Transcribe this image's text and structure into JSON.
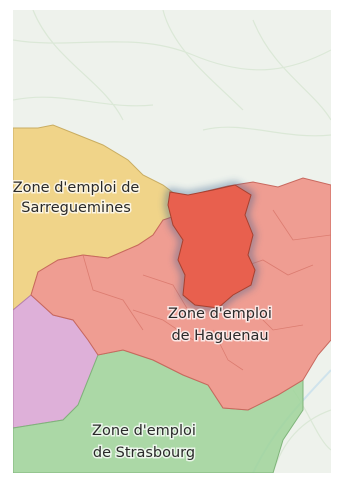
{
  "map": {
    "zones": [
      {
        "id": "sarreguemines",
        "line1": "Zone d'emploi de",
        "line2": "Sarreguemines",
        "color": "#f0cf78"
      },
      {
        "id": "haguenau",
        "line1": "Zone d'emploi",
        "line2": "de Haguenau",
        "color": "#ef8a7e"
      },
      {
        "id": "strasbourg",
        "line1": "Zone d'emploi",
        "line2": "de Strasbourg",
        "color": "#9fd39a"
      },
      {
        "id": "west-zone",
        "line1": "",
        "line2": "",
        "color": "#dba4d6"
      }
    ],
    "highlight": {
      "color": "#e8604e",
      "glow": "#2e5a8a"
    },
    "basemap": {
      "land": "#eef2ec",
      "roads": "#d8e6d4",
      "river": "#cfe3ec"
    }
  }
}
